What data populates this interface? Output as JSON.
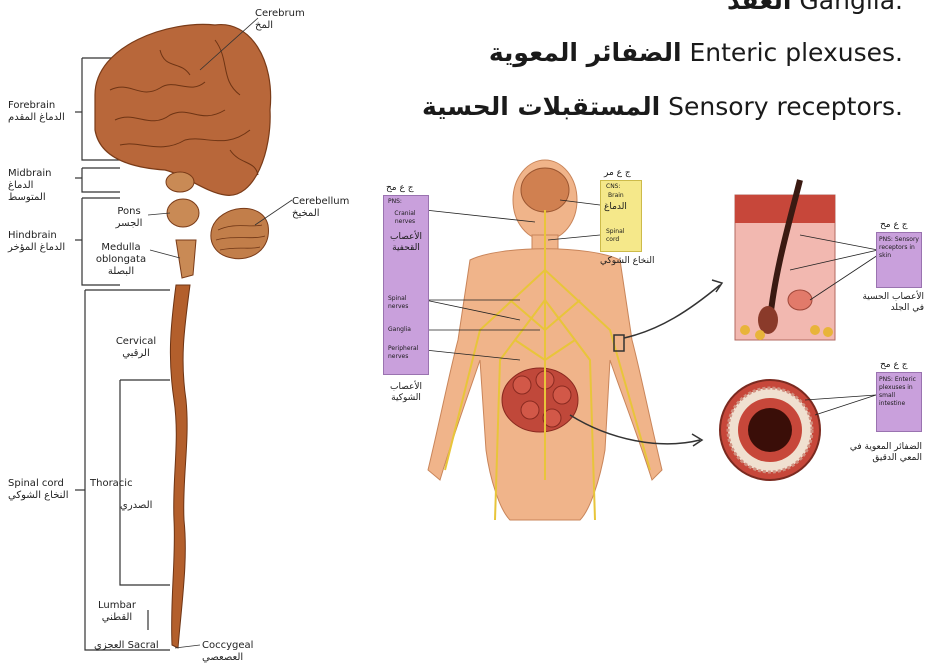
{
  "bullets": {
    "line1": {
      "ar": "العقد",
      "en": "Ganglia."
    },
    "line2": {
      "ar": "الضفائر المعوية",
      "en": "Enteric plexuses."
    },
    "line3": {
      "ar": "المستقبلات الحسية",
      "en": "Sensory receptors."
    }
  },
  "cns_figure": {
    "cerebrum": "Cerebrum",
    "cerebrum_ar": "المخ",
    "forebrain": "Forebrain",
    "forebrain_ar": "الدماغ المقدم",
    "midbrain": "Midbrain",
    "midbrain_ar": "الدماغ المتوسط",
    "hindbrain": "Hindbrain",
    "hindbrain_ar": "الدماغ المؤخر",
    "pons": "Pons",
    "pons_ar": "الجسر",
    "medulla": "Medulla oblongata",
    "medulla_ar": "البصلة",
    "cerebellum": "Cerebellum",
    "cerebellum_ar": "المخيخ",
    "cervical": "Cervical",
    "cervical_ar": "الرقبي",
    "thoracic": "Thoracic",
    "thoracic_ar": "الصدري",
    "lumbar": "Lumbar",
    "lumbar_ar": "القطني",
    "sacral": "Sacral",
    "sacral_ar": "العجزي",
    "coccygeal": "Coccygeal",
    "coccygeal_ar": "العصعصي",
    "spinal_cord": "Spinal cord",
    "spinal_cord_ar": "النخاع الشوكي"
  },
  "body_figure": {
    "pns_box_tag": "ج ع مح",
    "pns_box": "PNS:",
    "cranial": "Cranial nerves",
    "cranial_ar": "الأعصاب القحفية",
    "spinal": "Spinal nerves",
    "ganglia": "Ganglia",
    "peripheral": "Peripheral nerves",
    "spinal_ar": "الأعصاب الشوكية",
    "cns_tag": "ج ع مر",
    "cns_box": "CNS:",
    "brain": "Brain",
    "brain_ar": "الدماغ",
    "cord": "Spinal cord",
    "cord_ar": "النخاع الشوكي",
    "skin_tag": "ج ع مح",
    "skin_box": "PNS: Sensory receptors in skin",
    "skin_ar": "الأعصاب الحسية في الجلد",
    "gut_tag": "ج ع مح",
    "gut_box": "PNS: Enteric plexuses in small intestine",
    "gut_ar": "الضفائر المعوية في المعي الدقيق"
  },
  "colors": {
    "brain": "#b8673a",
    "cord": "#b35f2c",
    "skin": "#f0b48a",
    "nerve": "#e8c53a",
    "pbox": "#c9a0dc",
    "ybox": "#f5e88a"
  }
}
